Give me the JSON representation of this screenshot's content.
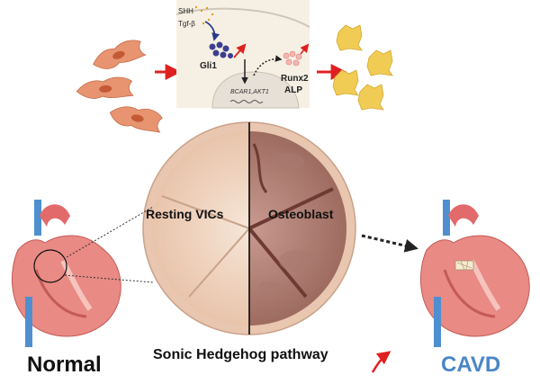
{
  "signals": {
    "shh": "SHH",
    "tgf": "Tgf-β"
  },
  "cell_labels": {
    "gli1": "Gli1",
    "genes": "BCAR1,AKT1",
    "runx2": "Runx2",
    "alp": "ALP"
  },
  "valve": {
    "left_label": "Resting VICs",
    "right_label": "Osteoblast"
  },
  "heart_labels": {
    "normal": "Normal",
    "cavd": "CAVD"
  },
  "pathway": {
    "label": "Sonic Hedgehog pathway",
    "trend": "up"
  },
  "colors": {
    "red_arrow": "#e02020",
    "nucleus_blue": "#3b3f8f",
    "runx_pink": "#e98a8a",
    "cavd_blue": "#4a86c5",
    "valve_fill": "#f3dccb",
    "calcified": "#b5807a",
    "osteoblast_yellow": "#f1cc55",
    "fibroblast": "#e89470"
  }
}
